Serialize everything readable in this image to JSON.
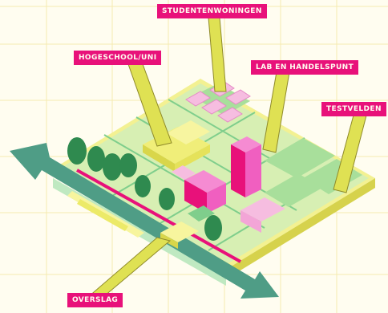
{
  "labels": {
    "studentenwoningen": "STUDENTENWONINGEN",
    "hogeschool": "HOGESCHOOL/UNI",
    "lab": "LAB EN HANDELSPUNT",
    "testvelden": "TESTVELDEN",
    "overslag": "OVERSLAG"
  },
  "colors": {
    "label_bg": "#e8117a",
    "label_text": "#fffdf0",
    "callout_fill": "#dfe153",
    "callout_stroke": "#8f8a2a",
    "grid": "#f5eab0",
    "ground": "#f3f192",
    "ground_side": "#e3e05a",
    "field": "#d7efb3",
    "field_dark": "#7fce8c",
    "water": "#bfe9c1",
    "arrow": "#4f9d86",
    "pink": "#f05fc0",
    "pink_dark": "#e8117a",
    "tree": "#2f8a4f",
    "yellow_building": "#f0ee79"
  }
}
